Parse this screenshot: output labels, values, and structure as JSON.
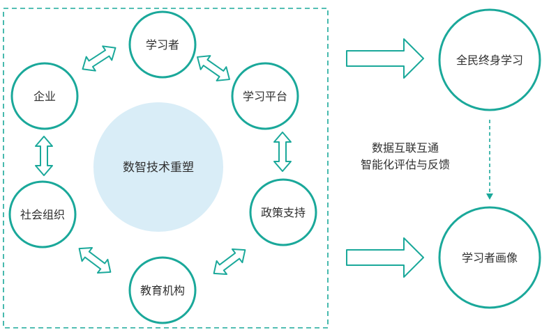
{
  "diagram": {
    "center_label": "数智技术重塑",
    "ring_nodes": [
      "学习者",
      "学习平台",
      "政策支持",
      "教育机构",
      "社会组织",
      "企业"
    ],
    "outcome_top": "全民终身学习",
    "outcome_bottom": "学习者画像",
    "caption_line1": "数据互联互通",
    "caption_line2": "智能化评估与反馈"
  },
  "colors": {
    "accent": "#1aa89a",
    "center_fill": "#d9edf7",
    "text": "#2f2f2f",
    "background": "#ffffff"
  }
}
